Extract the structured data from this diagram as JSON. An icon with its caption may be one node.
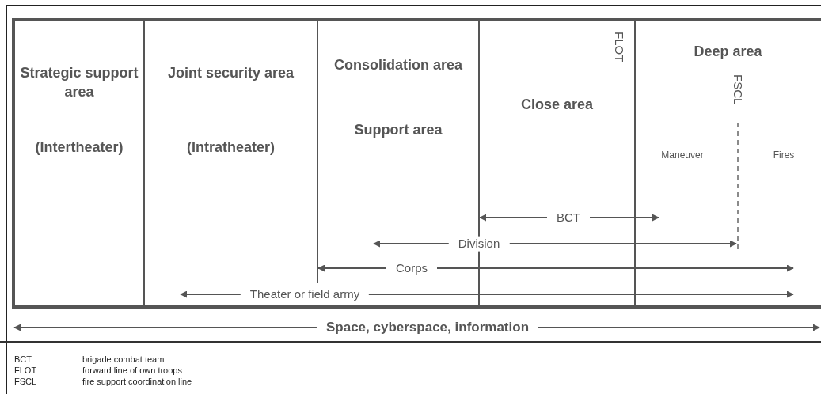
{
  "diagram": {
    "nodes": [
      {
        "text": [
          "Strategic support area",
          "(Intertheater)"
        ]
      },
      {
        "text": [
          "Joint security area",
          "(Intratheater)"
        ]
      },
      {
        "text": [
          "Consolidation area",
          "Support area"
        ]
      },
      {
        "text": [
          "Close area"
        ]
      },
      {
        "text": [
          "Deep area"
        ]
      }
    ],
    "labels": [
      "FLOT",
      "FSCL",
      "Maneuver",
      "Fires",
      "BCT",
      "Division",
      "Corps",
      "Theater or field army",
      "Space, cyberspace, information",
      "BCT",
      "brigade combat team",
      "FLOT",
      "forward line of own troops",
      "FSCL",
      "fire support coordination line"
    ]
  }
}
